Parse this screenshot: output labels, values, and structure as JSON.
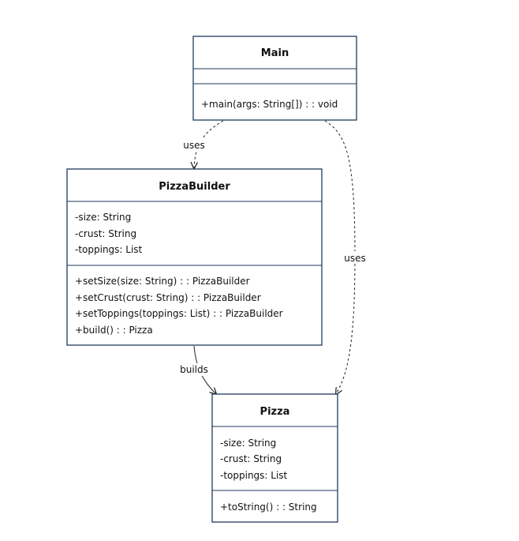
{
  "classes": {
    "main": {
      "name": "Main",
      "attributes": [],
      "methods": [
        "+main(args: String[]) : : void"
      ]
    },
    "pizza_builder": {
      "name": "PizzaBuilder",
      "attributes": [
        "-size: String",
        "-crust: String",
        "-toppings: List"
      ],
      "methods": [
        "+setSize(size: String) : : PizzaBuilder",
        "+setCrust(crust: String) : : PizzaBuilder",
        "+setToppings(toppings: List) : : PizzaBuilder",
        "+build() : : Pizza"
      ]
    },
    "pizza": {
      "name": "Pizza",
      "attributes": [
        "-size: String",
        "-crust: String",
        "-toppings: List"
      ],
      "methods": [
        "+toString() : : String"
      ]
    }
  },
  "relations": {
    "main_builder": {
      "label": "uses",
      "style": "dashed"
    },
    "main_pizza": {
      "label": "uses",
      "style": "dashed"
    },
    "builder_pizza": {
      "label": "builds",
      "style": "solid"
    }
  },
  "colors": {
    "border": "#1f3a5f",
    "edge": "#222222",
    "text": "#111111"
  }
}
